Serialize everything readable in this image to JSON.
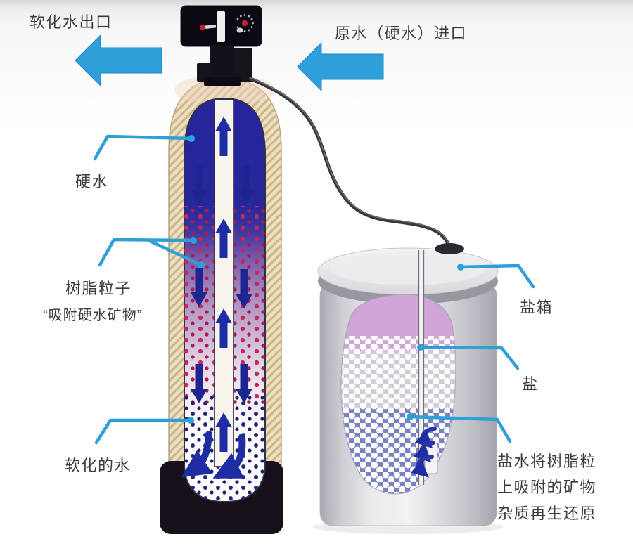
{
  "diagram": {
    "subject": "water-softener-system",
    "labels": {
      "softened_outlet": "软化水出口",
      "raw_inlet": "原水（硬水）进口",
      "hard_water": "硬水",
      "resin_line1": "树脂粒子",
      "resin_line2": "“吸附硬水矿物”",
      "softened_water": "软化的水",
      "salt_tank": "盐箱",
      "salt": "盐",
      "regen_line1": "盐水将树脂粒",
      "regen_line2": "上吸附的矿物",
      "regen_line3": "杂质再生还原"
    },
    "icons": {
      "outlet-arrow": "left-block-arrow",
      "inlet-arrow": "left-block-arrow",
      "flow-up-arrow": "▲",
      "flow-down-arrow": "▼",
      "leader-line": "callout-line-with-dot"
    },
    "colors": {
      "accent_blue": "#2e9fd8",
      "flow_navy": "#1f2da5",
      "resin_red": "#c22858",
      "interior_blue": "#26269a",
      "shell_tan": "#ecdfc2",
      "base_black": "#151019",
      "valve_black": "#0c0913",
      "salt_tank_grey": "#d9d9dd",
      "brine_pink": "#d2a5d8",
      "brine_blue": "#7a81c2",
      "text_grey": "#3c3c3c"
    }
  }
}
